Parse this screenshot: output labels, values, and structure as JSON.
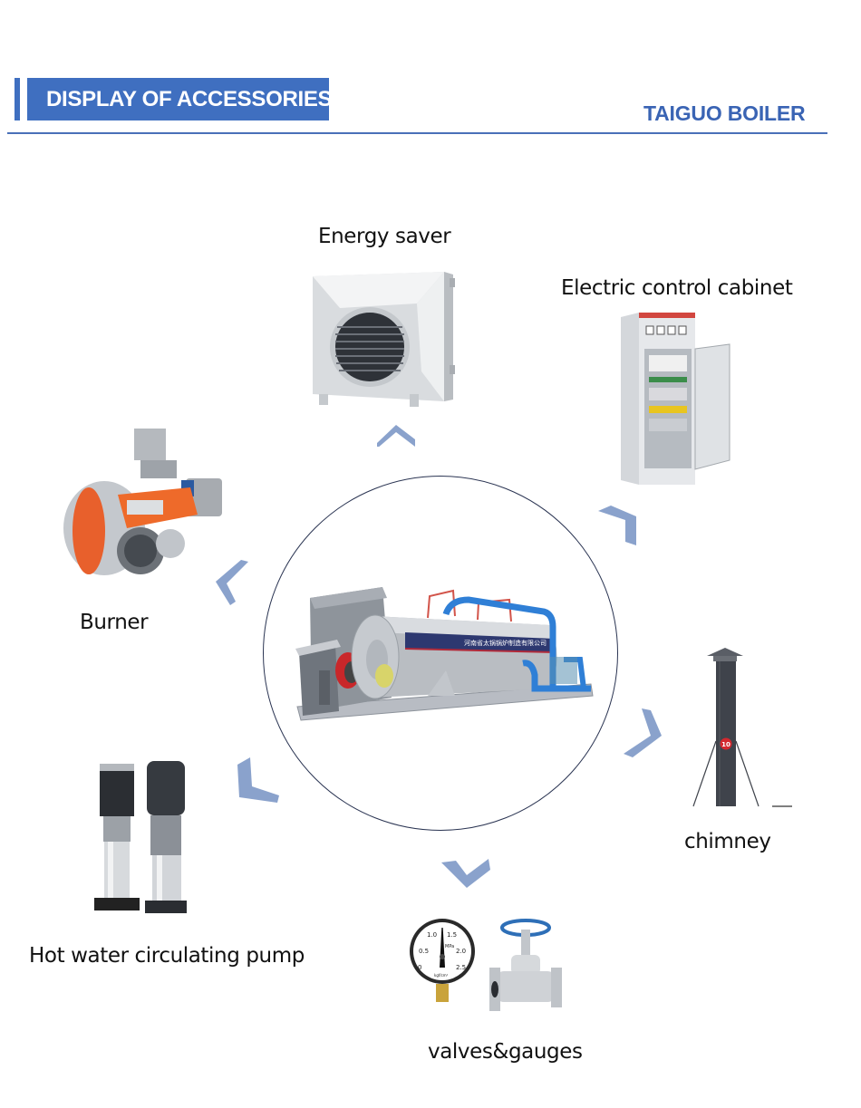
{
  "header": {
    "title": "DISPLAY OF ACCESSORIES",
    "brand": "TAIGUO BOILER"
  },
  "colors": {
    "accent": "#3f6fc0",
    "brand_text": "#3a64b4",
    "arrow": "#8aa2cc",
    "circle_stroke": "#2a3452"
  },
  "center": {
    "image": "boiler-image",
    "plate_text": "河南省太锅锅炉制造有限公司"
  },
  "accessories": [
    {
      "label": "Energy saver",
      "image": "energy-saver-image",
      "arrow": "up"
    },
    {
      "label": "Electric control cabinet",
      "image": "control-cabinet-image",
      "arrow": "up-right"
    },
    {
      "label": "Burner",
      "image": "burner-image",
      "arrow": "left"
    },
    {
      "label": "chimney",
      "image": "chimney-image",
      "arrow": "right",
      "badge": "10"
    },
    {
      "label": "Hot water circulating pump",
      "image": "pump-image",
      "arrow": "down-left"
    },
    {
      "label": "valves&gauges",
      "image": "valves-gauges-image",
      "arrow": "down"
    }
  ],
  "gauge": {
    "unit": "MPa",
    "ticks": [
      "0",
      "0.5",
      "1.0",
      "1.5",
      "2.0",
      "2.5"
    ],
    "sub_unit": "kgf/cm²"
  }
}
